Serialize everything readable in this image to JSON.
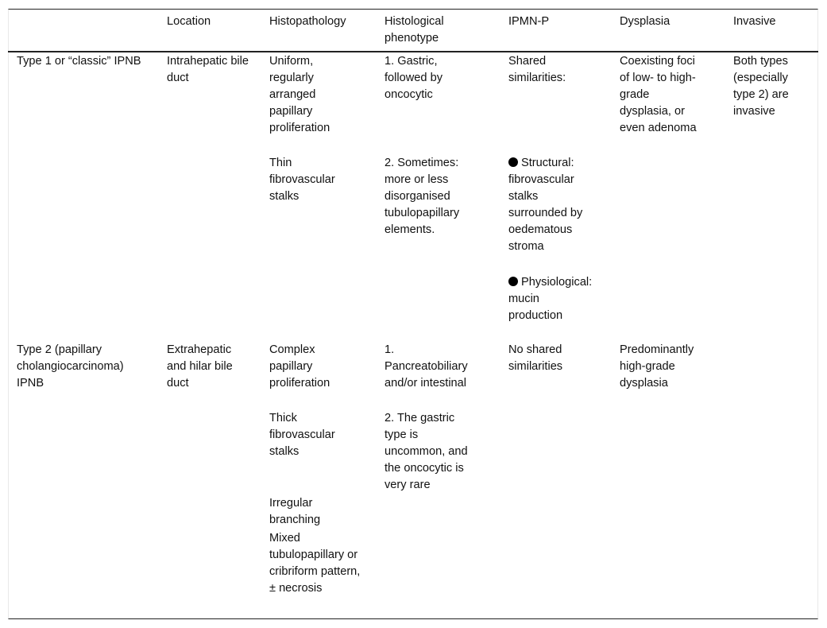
{
  "table": {
    "headers": {
      "col0": "",
      "location": "Location",
      "histopathology": "Histopathology",
      "histological_phenotype": "Histological phenotype",
      "ipmn_p": "IPMN-P",
      "dysplasia": "Dysplasia",
      "invasive": "Invasive"
    },
    "type1": {
      "name": "Type 1 or “classic” IPNB",
      "location": "Intrahepatic bile duct",
      "histopathology_1": "Uniform, regularly arranged papillary proliferation",
      "histopathology_2": "Thin fibrovascular stalks",
      "phenotype_1": "1. Gastric, followed by oncocytic",
      "phenotype_2": "2. Sometimes: more or less disorganised tubulopapillary elements.",
      "ipmn_intro": "Shared similarities:",
      "ipmn_structural": "Structural: fibrovascular stalks surrounded by oedematous stroma",
      "ipmn_physiological": "Physiological: mucin production",
      "dysplasia": "Coexisting foci of low- to high-grade dysplasia, or even adenoma",
      "invasive": "Both types (especially type 2) are invasive"
    },
    "type2": {
      "name": "Type 2 (papillary cholangiocarcinoma) IPNB",
      "location": "Extrahepatic and hilar bile duct",
      "histopathology_1": "Complex papillary proliferation",
      "histopathology_2": "Thick fibrovascular stalks",
      "histopathology_3": "Irregular branching",
      "histopathology_4": "Mixed tubulopapillary or cribriform pattern, ± necrosis",
      "phenotype_1": "1. Pancreatobiliary and/or intestinal",
      "phenotype_2": "2. The gastric type is uncommon, and the oncocytic is very rare",
      "ipmn": "No shared similarities",
      "dysplasia": "Predominantly high-grade dysplasia"
    }
  }
}
